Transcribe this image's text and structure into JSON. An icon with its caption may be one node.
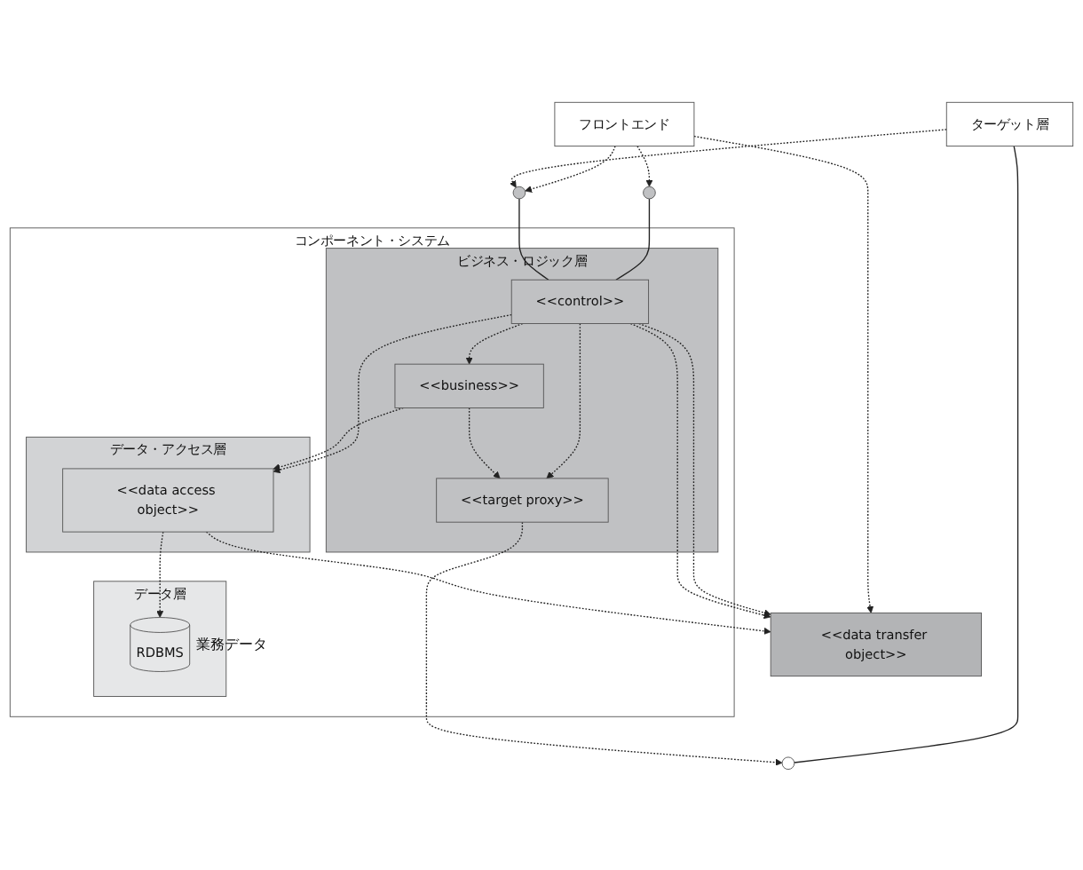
{
  "diagram": {
    "nodes": [
      {
        "text": [
          "<<data transfer object>>"
        ]
      },
      {
        "text": [
          "フロントエンド"
        ]
      },
      {
        "text": [
          "ターゲット層"
        ]
      },
      {
        "text": [],
        "shape": "circle"
      },
      {
        "text": [],
        "shape": "circle"
      },
      {
        "text": [],
        "shape": "circle"
      },
      {
        "text": [
          "コンポーネント・システム"
        ]
      },
      {
        "text": [
          "ビジネス・ロジック層"
        ],
        "in": 6
      },
      {
        "text": [
          "<<control>>"
        ],
        "in": 7
      },
      {
        "text": [
          "<<business>>"
        ],
        "in": 7
      },
      {
        "text": [
          "<<target proxy>>"
        ],
        "in": 7
      },
      {
        "text": [
          "データ・アクセス層"
        ],
        "in": 6
      },
      {
        "text": [
          "<<data access object>>"
        ],
        "in": 11
      },
      {
        "text": [
          "データ層"
        ],
        "in": 6
      },
      {
        "text": [
          "RDBMS"
        ],
        "in": 13,
        "beside": [
          "業務データ"
        ]
      }
    ],
    "edges": [
      {
        "from": 1,
        "to": 0,
        "arrow": "to",
        "style": "dashed"
      },
      {
        "from": 1,
        "to": 4,
        "arrow": "to",
        "style": "dashed"
      },
      {
        "from": 1,
        "to": 5,
        "arrow": "to",
        "style": "dashed"
      },
      {
        "from": 2,
        "to": 5,
        "arrow": "to",
        "style": "dashed"
      },
      {
        "from": 2,
        "to": 3,
        "arrow": "none"
      },
      {
        "from": 4,
        "to": 8,
        "arrow": "none"
      },
      {
        "from": 5,
        "to": 8,
        "arrow": "none"
      },
      {
        "from": 8,
        "to": 0,
        "arrow": "to",
        "style": "dashed"
      },
      {
        "from": 8,
        "to": 9,
        "arrow": "to",
        "style": "dashed"
      },
      {
        "from": 8,
        "to": 10,
        "arrow": "to",
        "style": "dashed"
      },
      {
        "from": 8,
        "to": 12,
        "arrow": "to",
        "style": "dashed"
      },
      {
        "from": 8,
        "to": 0,
        "arrow": "to",
        "style": "dashed"
      },
      {
        "from": 9,
        "to": 10,
        "arrow": "to",
        "style": "dashed"
      },
      {
        "from": 9,
        "to": 12,
        "arrow": "to",
        "style": "dashed"
      },
      {
        "from": 10,
        "to": 3,
        "arrow": "to",
        "style": "dashed"
      },
      {
        "from": 12,
        "to": 0,
        "arrow": "to",
        "style": "dashed"
      },
      {
        "from": 12,
        "to": 14,
        "arrow": "to",
        "style": "dashed"
      }
    ]
  }
}
